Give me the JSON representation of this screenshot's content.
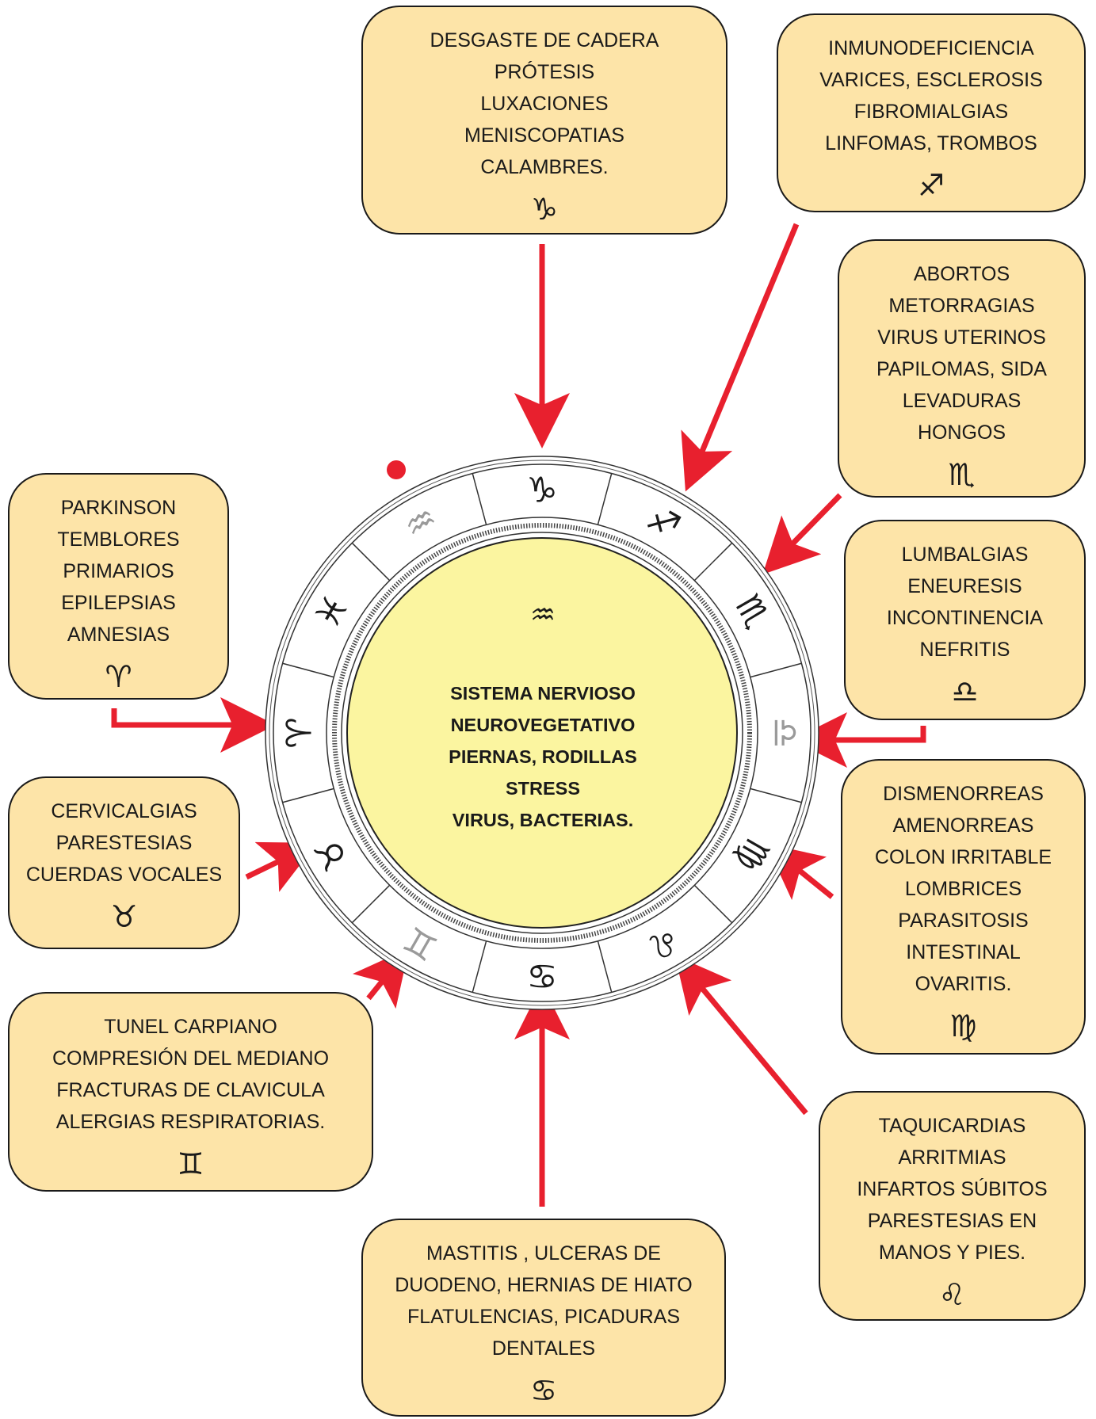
{
  "center": {
    "symbol": "♒",
    "lines": [
      "SISTEMA NERVIOSO",
      "NEUROVEGETATIVO",
      "PIERNAS, RODILLAS",
      "STRESS",
      "VIRUS, BACTERIAS."
    ]
  },
  "wheel": {
    "signs": [
      "♑",
      "♐",
      "♏",
      "♎",
      "♍",
      "♌",
      "♋",
      "♊",
      "♉",
      "♈",
      "♓",
      "♒"
    ],
    "faint_signs": [
      "♎",
      "♊",
      "♒"
    ],
    "marker_color": "#e8202e"
  },
  "colors": {
    "box_fill": "#fde4a8",
    "center_fill": "#fbf5a0",
    "arrow": "#e8202e"
  },
  "boxes": {
    "capricorn": {
      "lines": [
        "DESGASTE DE CADERA",
        "PRÓTESIS",
        "LUXACIONES",
        "MENISCOPATIAS",
        "CALAMBRES."
      ],
      "symbol": "♑"
    },
    "sagittarius": {
      "lines": [
        "INMUNODEFICIENCIA",
        "VARICES, ESCLEROSIS",
        "FIBROMIALGIAS",
        "LINFOMAS, TROMBOS"
      ],
      "symbol": "♐"
    },
    "scorpio": {
      "lines": [
        "ABORTOS",
        "METORRAGIAS",
        "VIRUS UTERINOS",
        "PAPILOMAS, SIDA",
        "LEVADURAS",
        "HONGOS"
      ],
      "symbol": "♏"
    },
    "libra": {
      "lines": [
        "LUMBALGIAS",
        "ENEURESIS",
        "INCONTINENCIA",
        "NEFRITIS"
      ],
      "symbol": "♎"
    },
    "virgo": {
      "lines": [
        "DISMENORREAS",
        "AMENORREAS",
        "COLON IRRITABLE",
        "LOMBRICES",
        "PARASITOSIS",
        "INTESTINAL",
        "OVARITIS."
      ],
      "symbol": "♍"
    },
    "leo": {
      "lines": [
        "TAQUICARDIAS",
        "ARRITMIAS",
        "INFARTOS SÚBITOS",
        "PARESTESIAS EN",
        "MANOS Y PIES."
      ],
      "symbol": "♌"
    },
    "cancer": {
      "lines": [
        "MASTITIS , ULCERAS DE",
        "DUODENO, HERNIAS DE HIATO",
        "FLATULENCIAS, PICADURAS",
        "DENTALES"
      ],
      "symbol": "♋"
    },
    "gemini": {
      "lines": [
        "TUNEL CARPIANO",
        "COMPRESIÓN DEL MEDIANO",
        "FRACTURAS DE CLAVICULA",
        "ALERGIAS RESPIRATORIAS."
      ],
      "symbol": "♊"
    },
    "taurus": {
      "lines": [
        "CERVICALGIAS",
        "PARESTESIAS",
        "CUERDAS VOCALES"
      ],
      "symbol": "♉"
    },
    "aries": {
      "lines": [
        "PARKINSON",
        "TEMBLORES",
        "PRIMARIOS",
        "EPILEPSIAS",
        "AMNESIAS"
      ],
      "symbol": "♈"
    }
  }
}
